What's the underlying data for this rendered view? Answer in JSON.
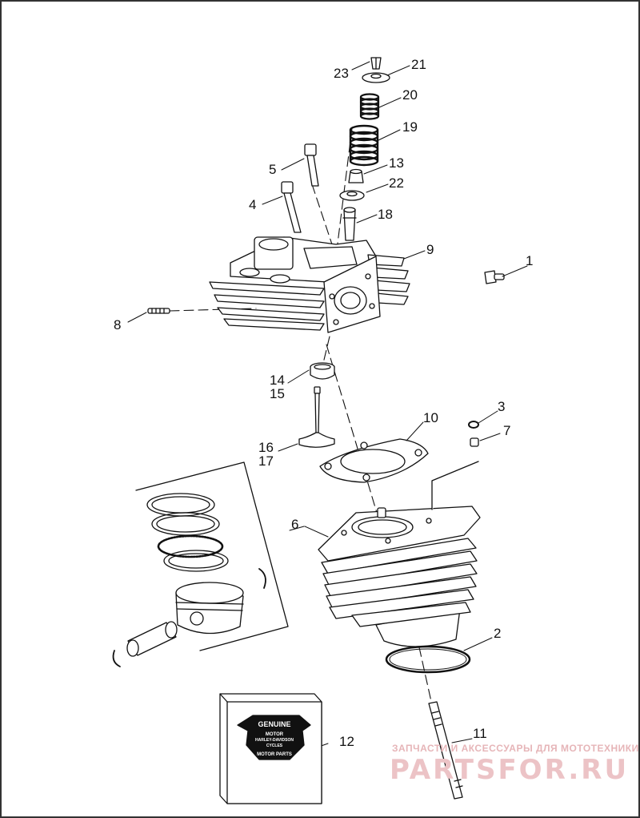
{
  "callouts": [
    "1",
    "2",
    "3",
    "4",
    "5",
    "6",
    "7",
    "8",
    "9",
    "10",
    "11",
    "12",
    "13",
    "14",
    "15",
    "16",
    "17",
    "18",
    "19",
    "20",
    "21",
    "22",
    "23"
  ],
  "logo": {
    "line1": "GENUINE",
    "line2": "MOTOR",
    "line3": "HARLEY-DAVIDSON",
    "line4": "CYCLES",
    "line5": "MOTOR PARTS"
  },
  "watermark": {
    "subtitle": "ЗАПЧАСТИ И АКСЕССУАРЫ ДЛЯ МОТОТЕХНИКИ",
    "brand": "PARTSFOR.RU"
  },
  "colors": {
    "ink": "#111111",
    "watermark": "#e8b9bc",
    "background": "#ffffff"
  }
}
